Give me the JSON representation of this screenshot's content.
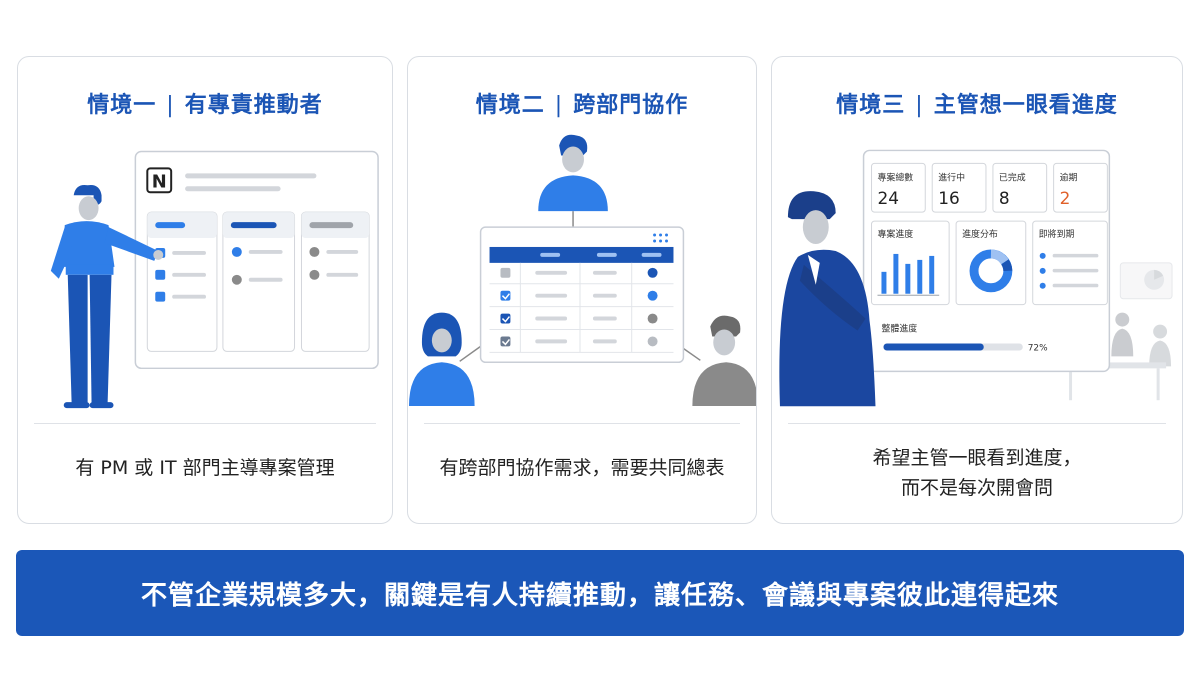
{
  "scenarios": [
    {
      "title_prefix": "情境一",
      "title_main": "有專責推動者",
      "caption": "有 PM 或 IT 部門主導專案管理",
      "board_logo": "N"
    },
    {
      "title_prefix": "情境二",
      "title_main": "跨部門協作",
      "caption": "有跨部門協作需求，需要共同總表"
    },
    {
      "title_prefix": "情境三",
      "title_main": "主管想一眼看進度",
      "caption_lines": [
        "希望主管一眼看到進度，",
        "而不是每次開會問"
      ],
      "dashboard": {
        "stats": [
          {
            "label": "專案總數",
            "value": "24"
          },
          {
            "label": "進行中",
            "value": "16"
          },
          {
            "label": "已完成",
            "value": "8"
          },
          {
            "label": "逾期",
            "value": "2"
          }
        ],
        "panels": [
          "專案進度",
          "進度分布",
          "即將到期"
        ],
        "overall_label": "整體進度",
        "overall_percent": "72%",
        "overall_fraction": 0.72
      }
    }
  ],
  "banner": "不管企業規模多大，關鍵是有人持續推動，讓任務、會議與專案彼此連得起來",
  "colors": {
    "brand_blue": "#1b55b5",
    "banner_blue": "#1b57b8",
    "accent_blue": "#2f7ee8",
    "overdue_red": "#e0602a",
    "gray": "#8a8a8a"
  }
}
